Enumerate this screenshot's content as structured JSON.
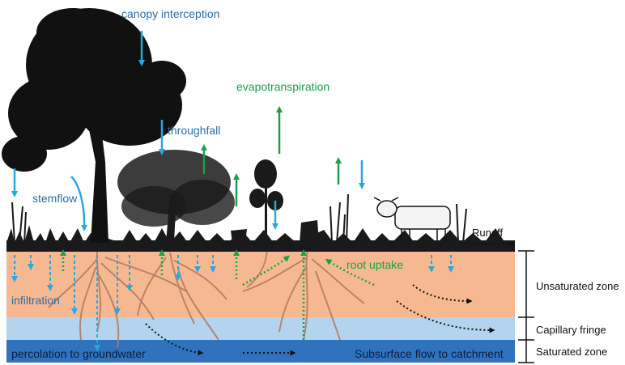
{
  "labels": {
    "canopy_interception": "canopy interception",
    "evapotranspiration": "evapotranspiration",
    "throughfall": "throughfall",
    "stemflow": "stemflow",
    "runoff": "Runoff",
    "root_uptake": "root uptake",
    "infiltration": "infiltration",
    "percolation": "percolation to groundwater",
    "subsurface_flow": "Subsurface flow to catchment"
  },
  "zones": {
    "unsaturated": "Unsaturated zone",
    "capillary": "Capillary fringe",
    "saturated": "Saturated zone"
  },
  "colors": {
    "water_blue": "#29a8e0",
    "veg_green": "#1f9e4a",
    "label_blue": "#2e6da4",
    "unsaturated_soil": "#f6b890",
    "capillary": "#b3d3ef",
    "saturated": "#2f73bf",
    "roots": "#b07a63",
    "vegetation": "#1a1a1a"
  },
  "icons": [
    "tree-icon",
    "shrub-icon",
    "cow-icon",
    "tree-stump-icon",
    "grass-icon"
  ]
}
